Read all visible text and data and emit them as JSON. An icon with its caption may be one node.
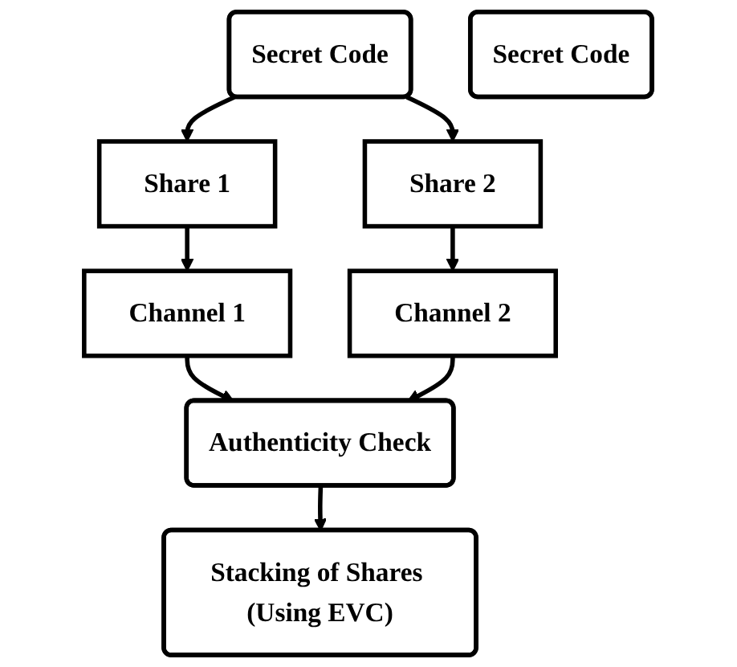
{
  "diagram": {
    "nodes": [
      {
        "text": [
          "Secret Code"
        ]
      },
      {
        "text": [
          "Share 1"
        ]
      },
      {
        "text": [
          "Share 2"
        ]
      },
      {
        "text": [
          "Channel 1"
        ]
      },
      {
        "text": [
          "Channel 2"
        ]
      },
      {
        "text": [
          "Authenticity Check"
        ]
      },
      {
        "text": [
          "Stacking of Shares (Using EVC)"
        ]
      },
      {
        "text": [
          "Secret Code"
        ]
      }
    ],
    "edges": [
      {
        "from": 0,
        "to": 1,
        "arrow": "to"
      },
      {
        "from": 0,
        "to": 2,
        "arrow": "to"
      },
      {
        "from": 1,
        "to": 3,
        "arrow": "to"
      },
      {
        "from": 2,
        "to": 4,
        "arrow": "to"
      },
      {
        "from": 3,
        "to": 5,
        "arrow": "to"
      },
      {
        "from": 4,
        "to": 5,
        "arrow": "to"
      },
      {
        "from": 5,
        "to": 6,
        "arrow": "to"
      }
    ]
  }
}
